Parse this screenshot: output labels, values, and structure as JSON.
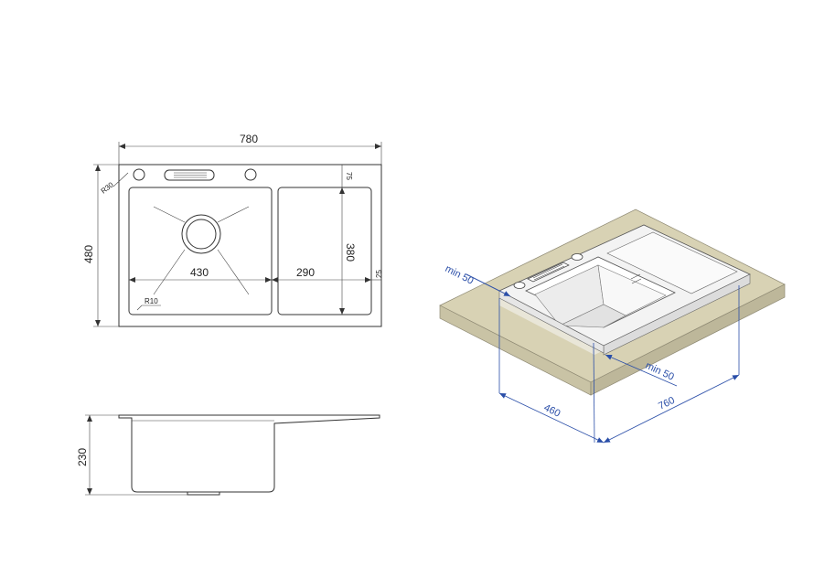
{
  "top_view": {
    "width_label": "780",
    "height_label": "480",
    "bowl_width_label": "430",
    "drainboard_width_label": "290",
    "bowl_depth_label": "380",
    "corner_radius_outer_label": "R30",
    "corner_radius_inner_label": "R10",
    "flange_top_label": "75",
    "flange_right_label": "25"
  },
  "side_view": {
    "depth_label": "230"
  },
  "iso_view": {
    "min_left_label": "min 50",
    "min_front_label": "min 50",
    "cutout_depth_label": "460",
    "cutout_width_label": "760",
    "colors": {
      "countertop_top": "#d8d2b4",
      "countertop_front": "#c9c3a5",
      "countertop_side": "#bdb79a",
      "sink_steel": "#f2f2f2",
      "dimension_blue": "#2a4ea8"
    }
  }
}
